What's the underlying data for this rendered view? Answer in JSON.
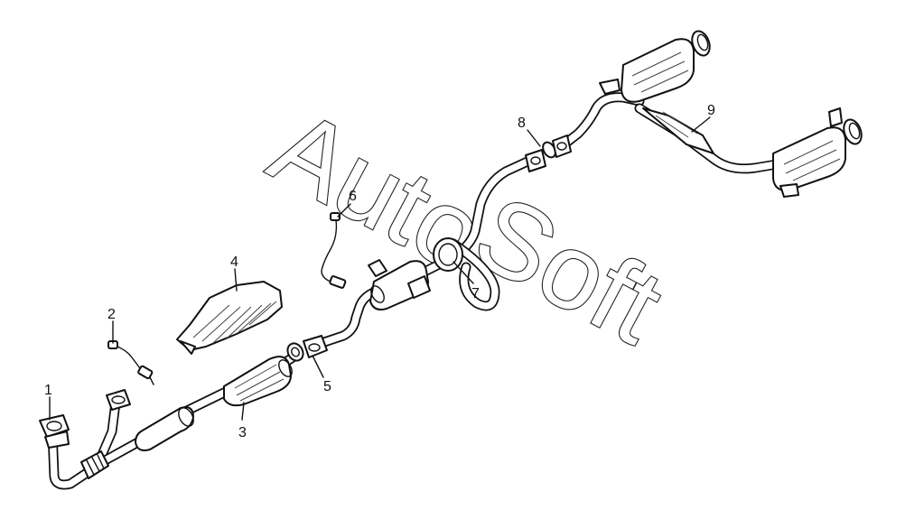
{
  "watermark": {
    "word1": "Auto",
    "word2": "Soft"
  },
  "callouts": [
    {
      "id": "1",
      "label": "1"
    },
    {
      "id": "2",
      "label": "2"
    },
    {
      "id": "3",
      "label": "3"
    },
    {
      "id": "4",
      "label": "4"
    },
    {
      "id": "5",
      "label": "5"
    },
    {
      "id": "6",
      "label": "6"
    },
    {
      "id": "7",
      "label": "7"
    },
    {
      "id": "8",
      "label": "8"
    },
    {
      "id": "9",
      "label": "9"
    }
  ],
  "colors": {
    "line": "#111111",
    "background": "#ffffff"
  }
}
